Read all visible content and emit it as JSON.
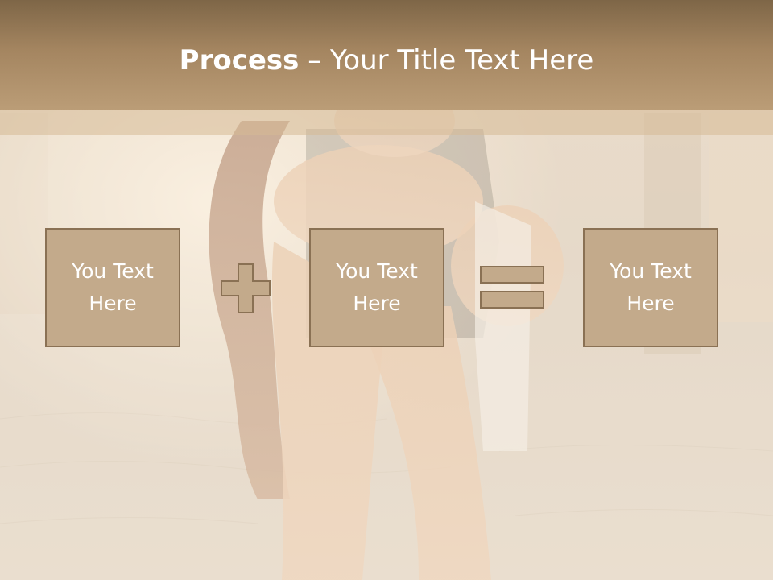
{
  "slide": {
    "title_bold": "Process",
    "title_separator": " – ",
    "title_rest": "Your Title Text Here"
  },
  "process": {
    "boxes": [
      {
        "line1": "You Text",
        "line2": "Here"
      },
      {
        "line1": "You Text",
        "line2": "Here"
      },
      {
        "line1": "You Text",
        "line2": "Here"
      }
    ],
    "operators": [
      "plus-icon",
      "equals-icon"
    ]
  },
  "colors": {
    "title_band": "#a48560",
    "box_fill": "#c3aa8b",
    "box_border": "#8a7154",
    "operator_fill": "#c3aa8b",
    "title_text": "#ffffff"
  }
}
